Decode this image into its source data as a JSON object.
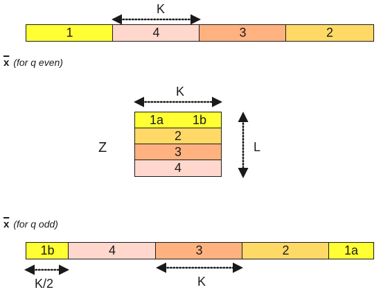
{
  "colors": {
    "yellow": "#ffff33",
    "light_orange": "#ffd966",
    "orange": "#ffb27f",
    "pink": "#ffd7cc",
    "border": "#1a1a1a"
  },
  "top_bar": {
    "dimension_label": "K",
    "segments": [
      {
        "label": "1",
        "color": "#ffff33"
      },
      {
        "label": "4",
        "color": "#ffd7cc"
      },
      {
        "label": "3",
        "color": "#ffb27f"
      },
      {
        "label": "2",
        "color": "#ffd966"
      }
    ]
  },
  "vector_even": {
    "symbol": "x",
    "note": "(for q even)"
  },
  "matrix": {
    "name": "Z",
    "width_label": "K",
    "height_label": "L",
    "rows": [
      {
        "left": "1a",
        "right": "1b",
        "color": "#ffff33"
      },
      {
        "label": "2",
        "color": "#ffd966"
      },
      {
        "label": "3",
        "color": "#ffb27f"
      },
      {
        "label": "4",
        "color": "#ffd7cc"
      }
    ]
  },
  "vector_odd": {
    "symbol": "x",
    "note": "(for q odd)"
  },
  "bottom_bar": {
    "half_label": "K/2",
    "dimension_label": "K",
    "segments": [
      {
        "label": "1b",
        "color": "#ffff33"
      },
      {
        "label": "4",
        "color": "#ffd7cc"
      },
      {
        "label": "3",
        "color": "#ffb27f"
      },
      {
        "label": "2",
        "color": "#ffd966"
      },
      {
        "label": "1a",
        "color": "#ffff33"
      }
    ]
  }
}
